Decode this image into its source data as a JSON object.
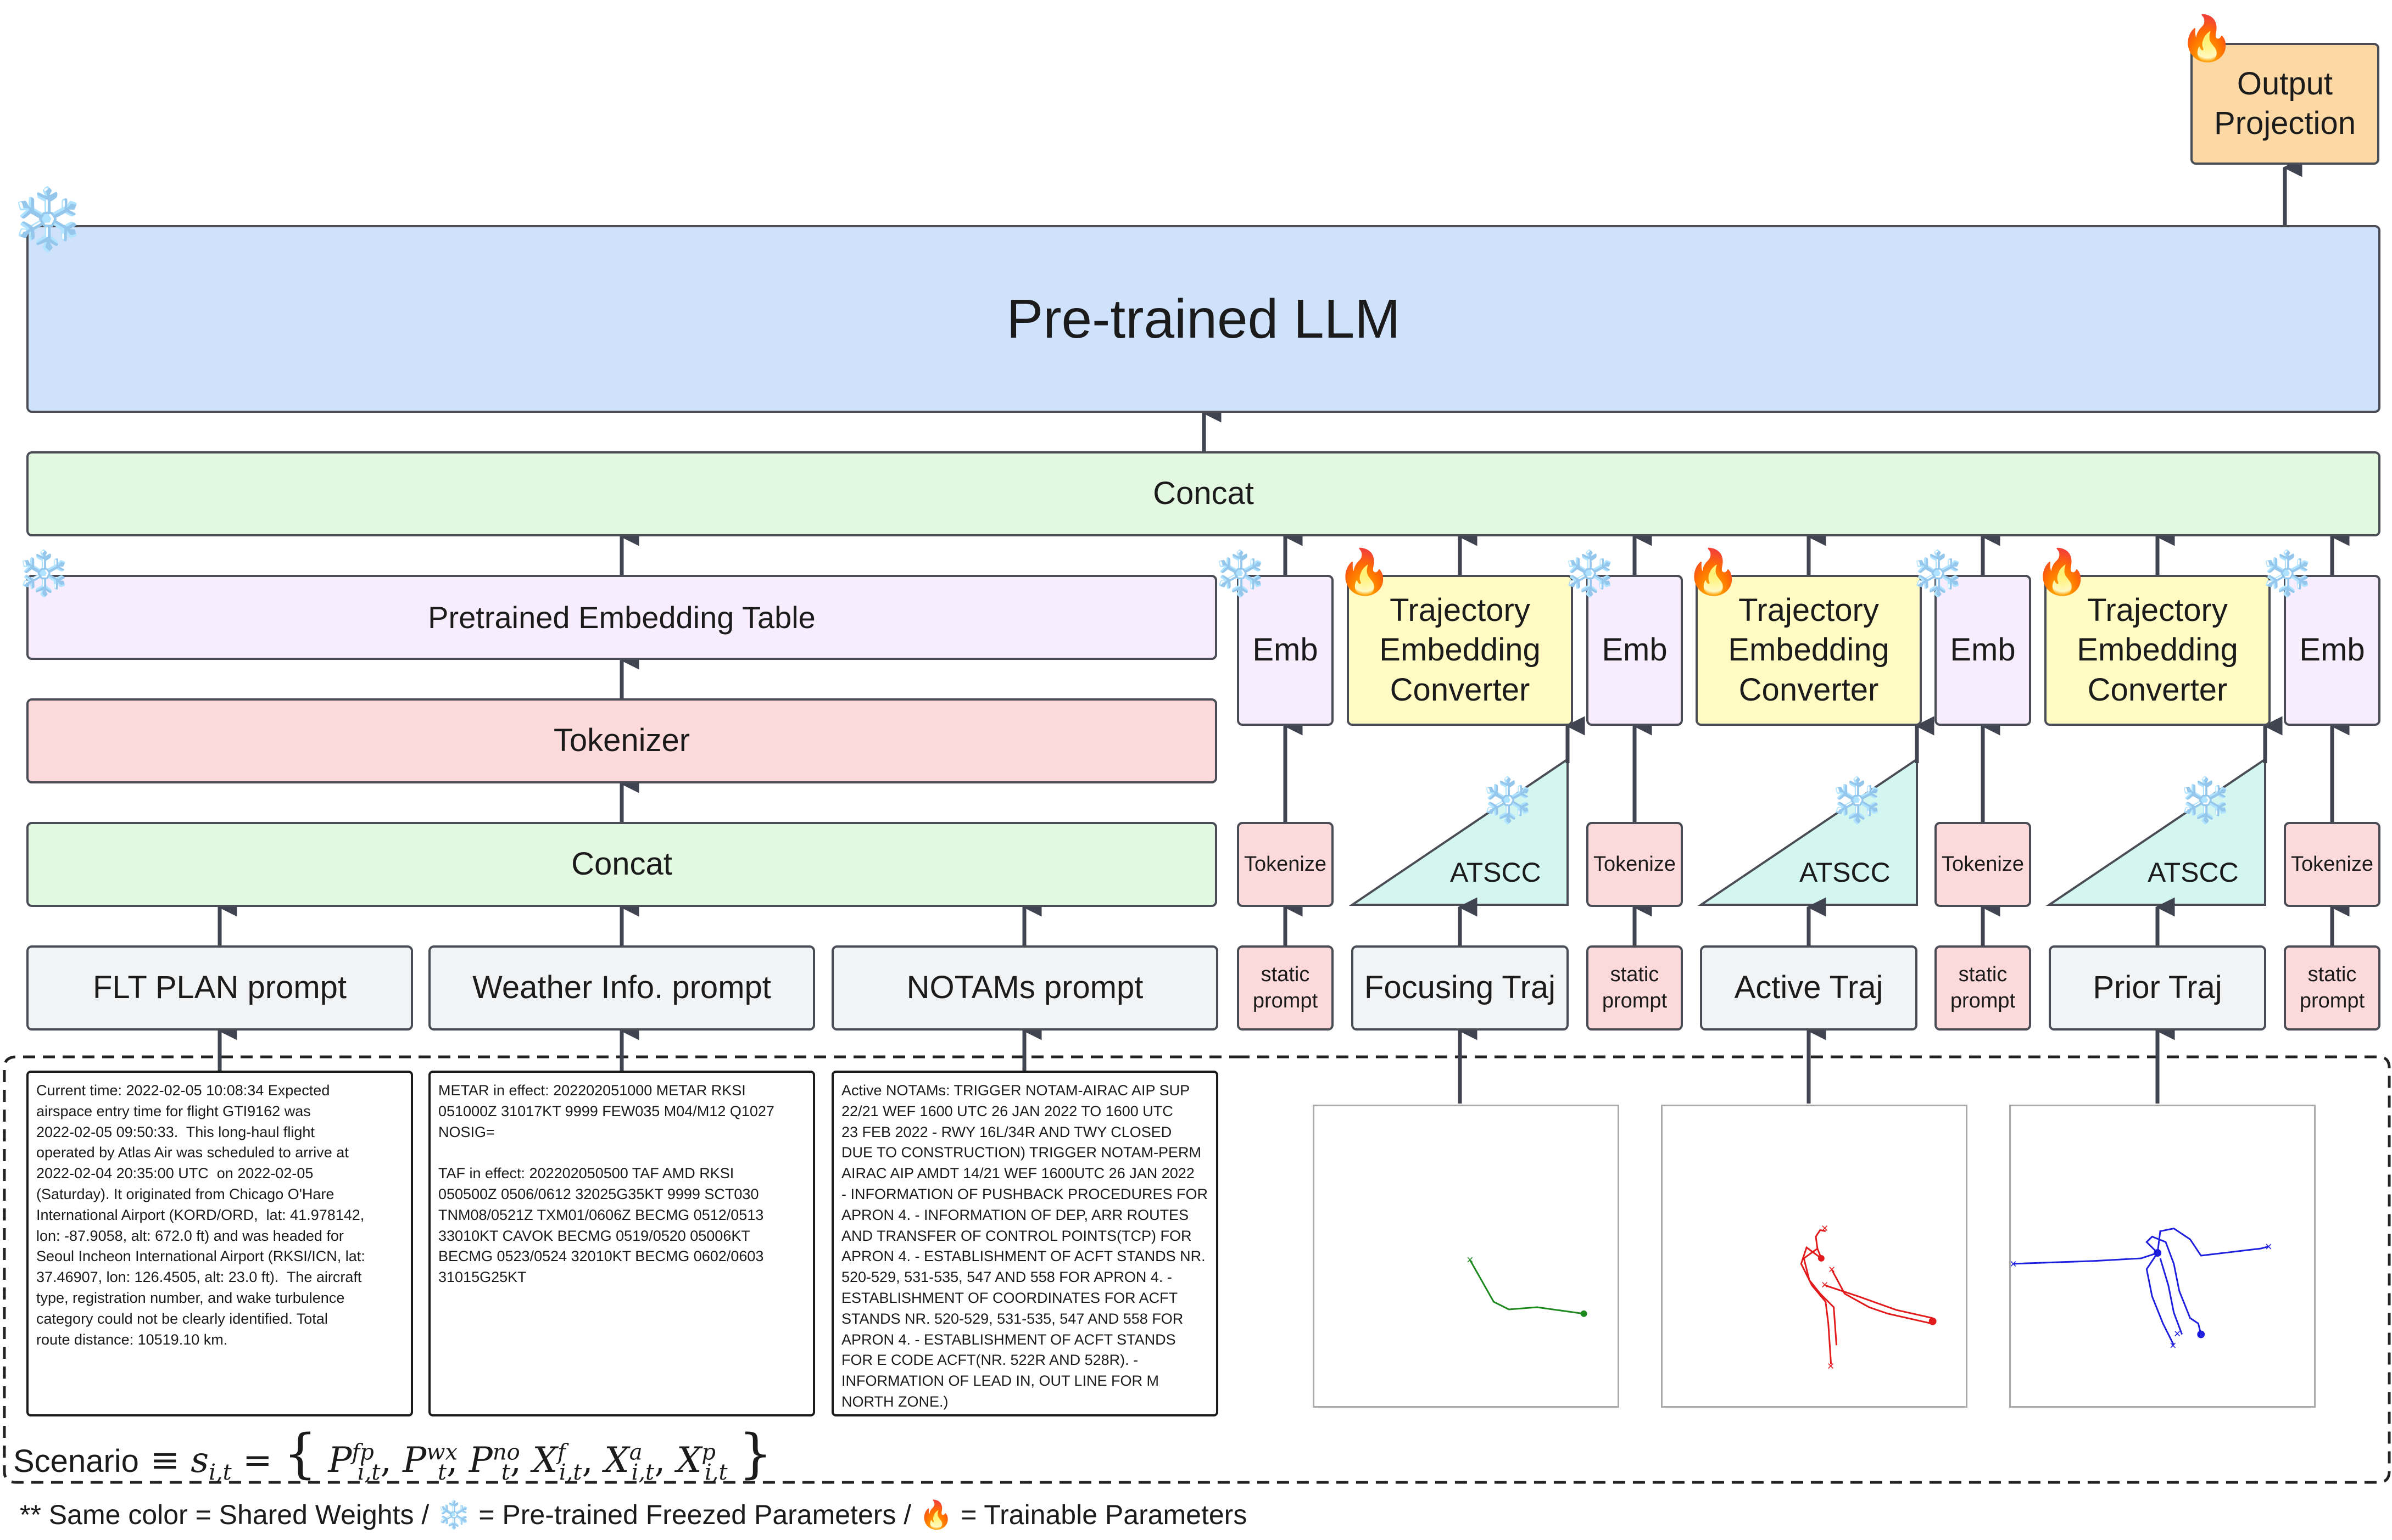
{
  "output_projection": "Output\nProjection",
  "llm": "Pre-trained LLM",
  "concat_top": "Concat",
  "embedding_table": "Pretrained Embedding Table",
  "tokenizer": "Tokenizer",
  "concat_bottom": "Concat",
  "prompts": {
    "flt_plan": "FLT PLAN prompt",
    "weather": "Weather Info. prompt",
    "notams": "NOTAMs prompt"
  },
  "emb": "Emb",
  "tec": "Trajectory\nEmbedding\nConverter",
  "tokenize": "Tokenize",
  "atscc": "ATSCC",
  "static_prompt": "static\nprompt",
  "traj": {
    "focusing": "Focusing Traj",
    "active": "Active Traj",
    "prior": "Prior Traj"
  },
  "texts": {
    "flt_plan": "Current time: 2022-02-05 10:08:34 Expected\nairspace entry time for flight GTI9162 was\n2022-02-05 09:50:33.  This long-haul flight\noperated by Atlas Air was scheduled to arrive at\n2022-02-04 20:35:00 UTC  on 2022-02-05\n(Saturday). It originated from Chicago O'Hare\nInternational Airport (KORD/ORD,  lat: 41.978142,\nlon: -87.9058, alt: 672.0 ft) and was headed for\nSeoul Incheon International Airport (RKSI/ICN, lat:\n37.46907, lon: 126.4505, alt: 23.0 ft).  The aircraft\ntype, registration number, and wake turbulence\ncategory could not be clearly identified. Total\nroute distance: 10519.10 km.",
    "weather": "METAR in effect: 202202051000 METAR RKSI\n051000Z 31017KT 9999 FEW035 M04/M12 Q1027\nNOSIG=\n\nTAF in effect: 202202050500 TAF AMD RKSI\n050500Z 0506/0612 32025G35KT 9999 SCT030\nTNM08/0521Z TXM01/0606Z BECMG 0512/0513\n33010KT CAVOK BECMG 0519/0520 05006KT\nBECMG 0523/0524 32010KT BECMG 0602/0603\n31015G25KT",
    "notams": "Active NOTAMs: TRIGGER NOTAM-AIRAC AIP SUP\n22/21 WEF 1600 UTC 26 JAN 2022 TO 1600 UTC\n23 FEB 2022 - RWY 16L/34R AND TWY CLOSED\nDUE TO CONSTRUCTION) TRIGGER NOTAM-PERM\nAIRAC AIP AMDT 14/21 WEF 1600UTC 26 JAN 2022\n- INFORMATION OF PUSHBACK PROCEDURES FOR\nAPRON 4. - INFORMATION OF DEP, ARR ROUTES\nAND TRANSFER OF CONTROL POINTS(TCP) FOR\nAPRON 4. - ESTABLISHMENT OF ACFT STANDS NR.\n520-529, 531-535, 547 AND 558 FOR APRON 4. -\nESTABLISHMENT OF COORDINATES FOR ACFT\nSTANDS NR. 520-529, 531-535, 547 AND 558 FOR\nAPRON 4. - ESTABLISHMENT OF ACFT STANDS\nFOR E CODE ACFT(NR. 522R AND 528R). -\nINFORMATION OF LEAD IN, OUT LINE FOR M\nNORTH ZONE.)"
  },
  "formula": {
    "lead": "Scenario",
    "equiv": "≡",
    "s": "s",
    "s_sub": "i,t",
    "eq": "=",
    "P": "P",
    "X": "X",
    "fp_sup": "fp",
    "fp_sub": "i,t",
    "wx_sup": "wx",
    "wx_sub": "t",
    "no_sup": "no",
    "no_sub": "t",
    "f_sup": "f",
    "f_sub": "i,t",
    "a_sup": "a",
    "a_sub": "i,t",
    "p_sup": "p",
    "p_sub": "i,t",
    "lbrace": "{",
    "rbrace": "}"
  },
  "legend": {
    "part1": "** Same color = Shared Weights / ",
    "snow": "❄️",
    "part2": " = Pre-trained Freezed Parameters / ",
    "fire": "🔥",
    "part3": " = Trainable Parameters"
  },
  "icons": {
    "frozen": "❄️",
    "trainable": "🔥"
  },
  "colors": {
    "llm": "#cfe2fc",
    "concat": "#e3f8e0",
    "embedding": "#f7edfd",
    "tokenizer": "#fcd9da",
    "tec": "#fffbc2",
    "atscc": "#d3f6f1",
    "output": "#fcd8a4",
    "focusing_traj": "#1e8a1e",
    "active_traj": "#e31a1c",
    "prior_traj": "#1f1fe0"
  }
}
